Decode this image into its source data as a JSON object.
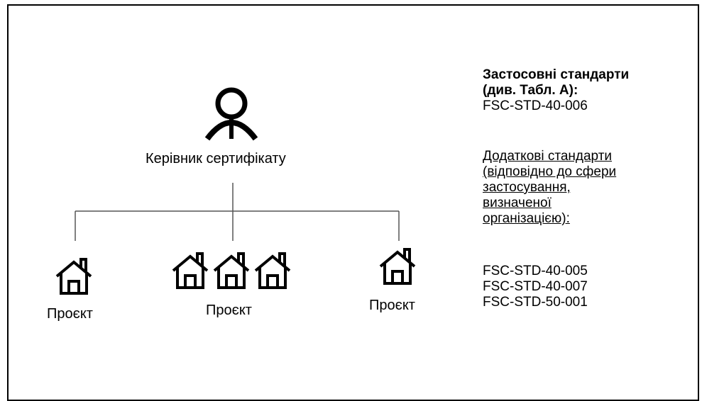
{
  "manager": {
    "label": "Керівник сертифікату",
    "icon": "person-icon"
  },
  "projects": [
    {
      "label": "Проєкт",
      "icon": "house-icon",
      "count": 1
    },
    {
      "label": "Проєкт",
      "icon": "house-icon",
      "count": 3
    },
    {
      "label": "Проєкт",
      "icon": "house-icon",
      "count": 1
    }
  ],
  "standards": {
    "applicable_heading_line1": "Застосовні стандарти",
    "applicable_heading_line2": "(див. Табл. А):",
    "applicable_items": [
      "FSC-STD-40-006"
    ],
    "additional_heading_lines": [
      "Додаткові стандарти",
      "(відповідно до сфери",
      "застосування,",
      "визначеної",
      "організацією):"
    ],
    "additional_items": [
      "FSC-STD-40-005",
      "FSC-STD-40-007",
      "FSC-STD-50-001"
    ]
  }
}
